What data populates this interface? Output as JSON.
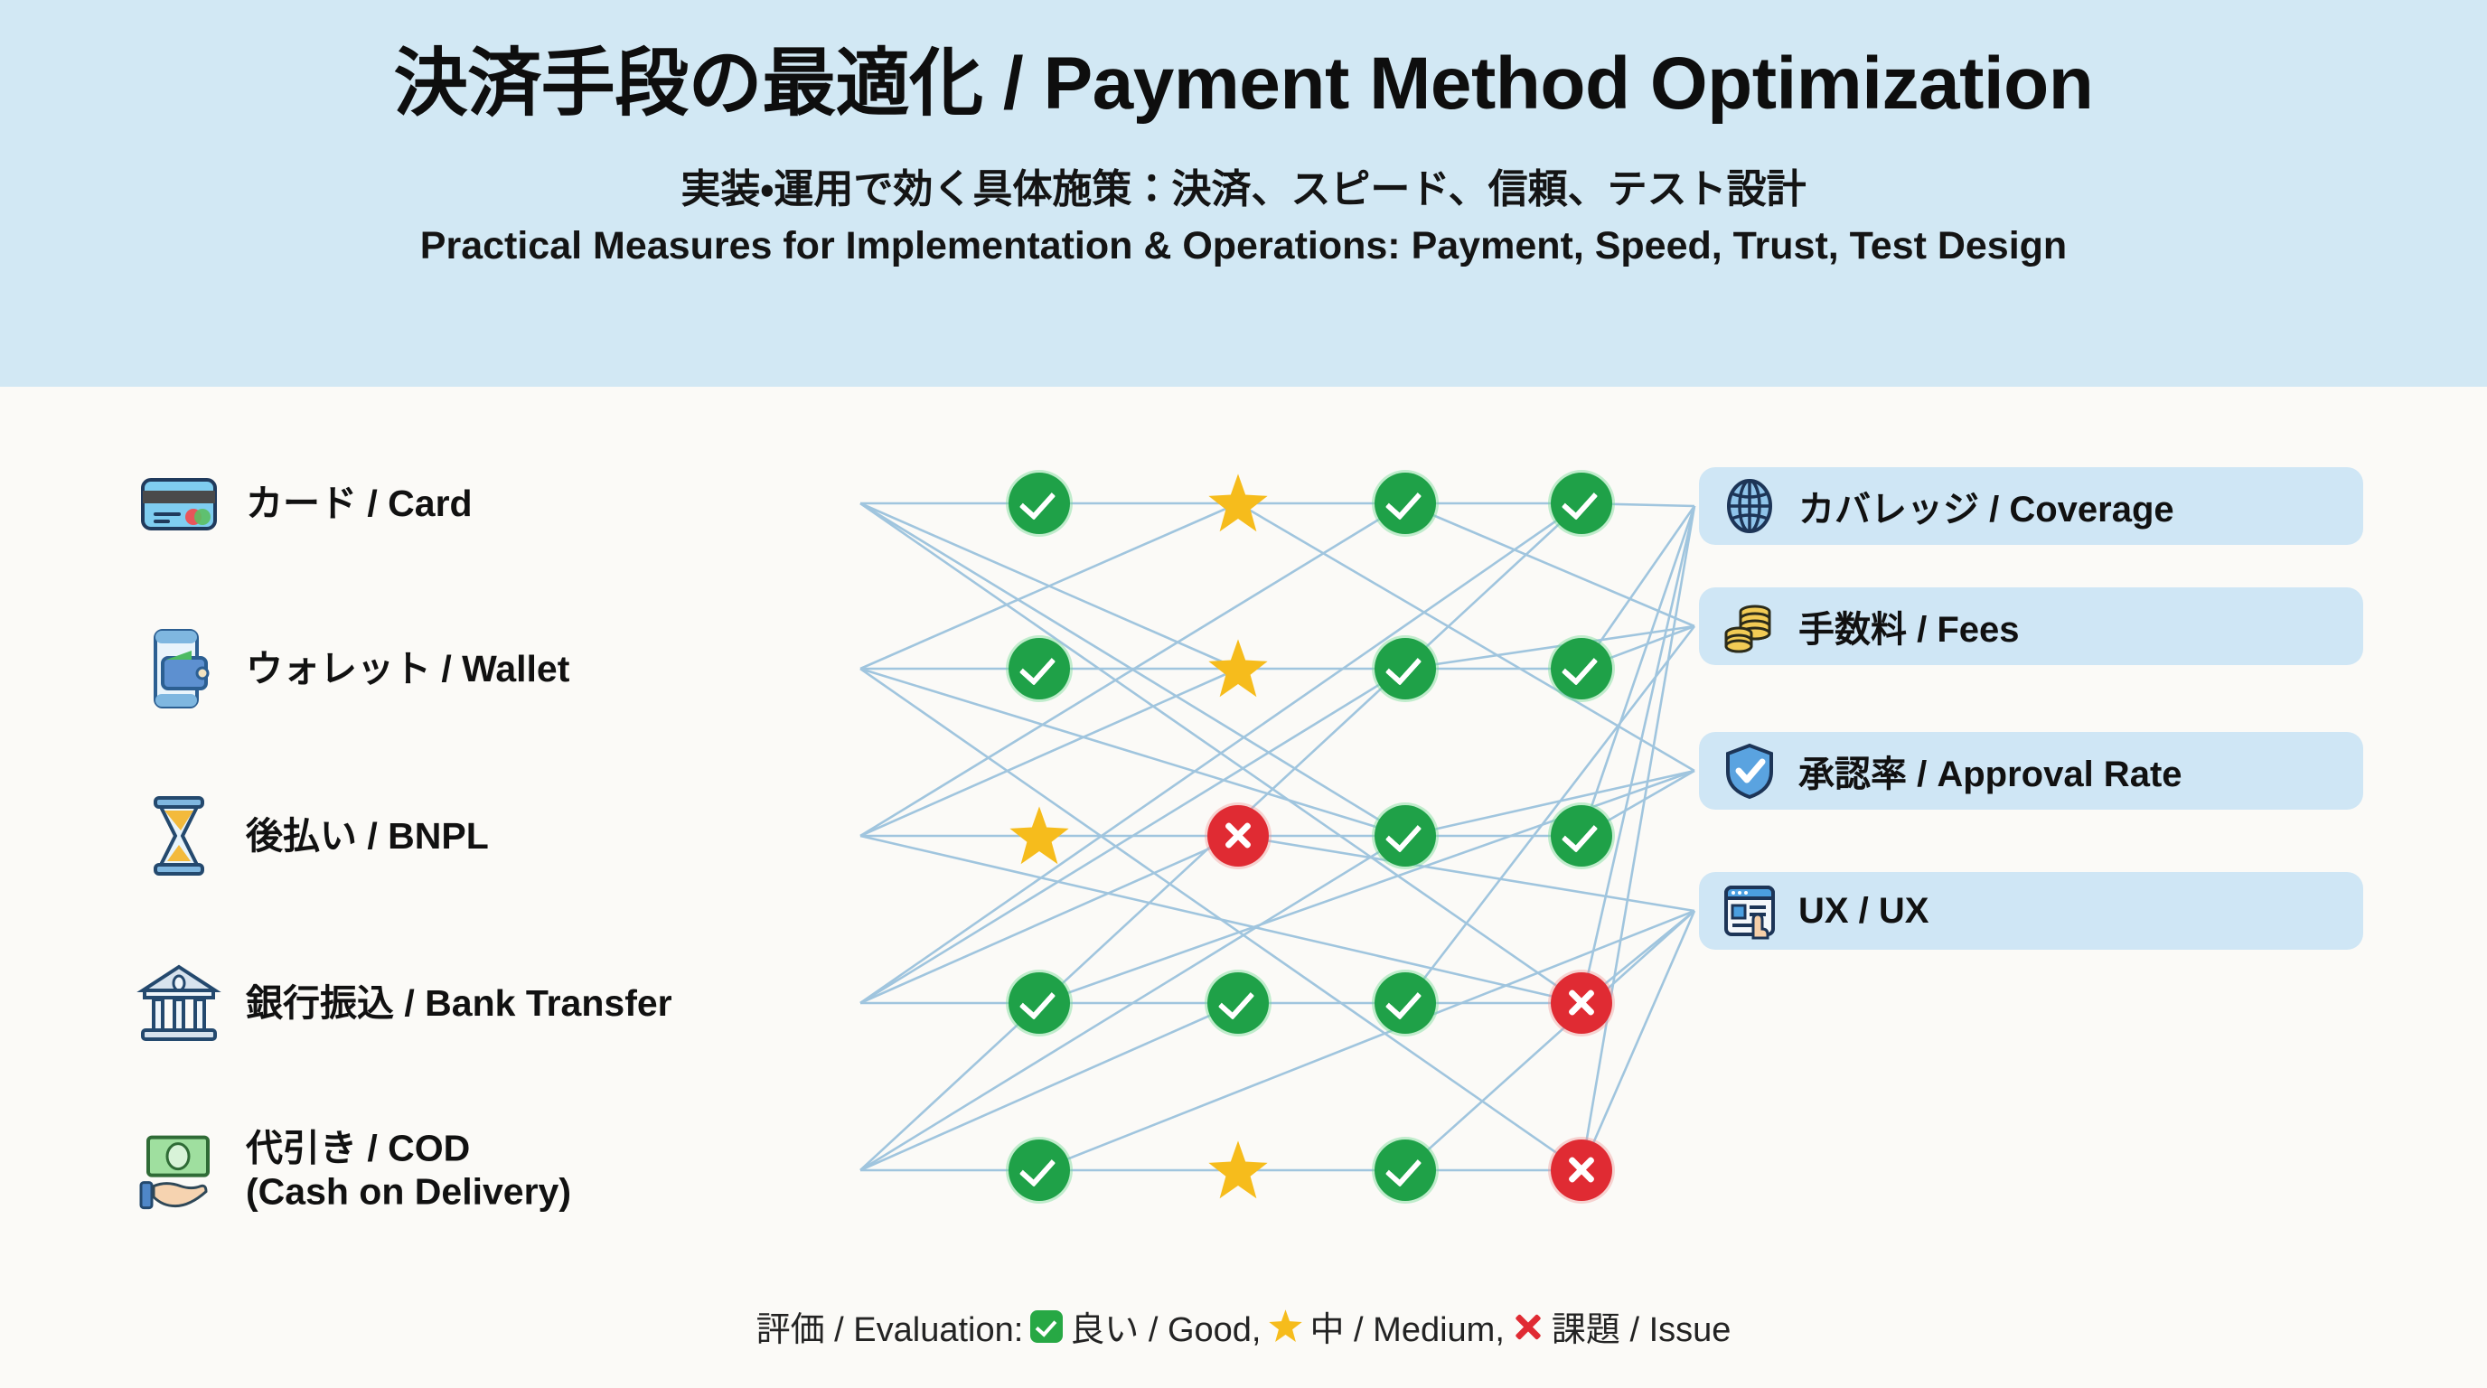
{
  "header": {
    "title": "決済手段の最適化 / Payment Method Optimization",
    "subtitle_ja": "実装・運用で効く具体施策：決済、スピード、信頼、テスト設計",
    "subtitle_en": "Practical Measures for Implementation & Operations: Payment, Speed, Trust, Test Design",
    "background_color": "#d2e8f4"
  },
  "colors": {
    "page_background": "#fbfaf7",
    "card_background": "#cfe6f5",
    "link_stroke": "#9cc3dd",
    "good": "#1fa148",
    "medium": "#f6bc1c",
    "issue": "#e02b33"
  },
  "payment_methods": [
    {
      "icon": "credit-card-icon",
      "label": "カード / Card"
    },
    {
      "icon": "mobile-wallet-icon",
      "label": "ウォレット / Wallet"
    },
    {
      "icon": "hourglass-icon",
      "label": "後払い / BNPL"
    },
    {
      "icon": "bank-icon",
      "label": "銀行振込 / Bank Transfer"
    },
    {
      "icon": "cash-in-hand-icon",
      "label": "代引き / COD\n(Cash on Delivery)"
    }
  ],
  "criteria": [
    {
      "icon": "globe-icon",
      "label": "カバレッジ / Coverage"
    },
    {
      "icon": "coins-icon",
      "label": "手数料 / Fees"
    },
    {
      "icon": "shield-check-icon",
      "label": "承認率 / Approval Rate"
    },
    {
      "icon": "browser-click-icon",
      "label": "UX / UX"
    }
  ],
  "chart_data": {
    "type": "heatmap",
    "title": "決済手段の最適化 / Payment Method Optimization",
    "rows": [
      "カード / Card",
      "ウォレット / Wallet",
      "後払い / BNPL",
      "銀行振込 / Bank Transfer",
      "代引き / COD (Cash on Delivery)"
    ],
    "columns": [
      "カバレッジ / Coverage",
      "手数料 / Fees",
      "承認率 / Approval Rate",
      "UX / UX"
    ],
    "legend": [
      "良い / Good",
      "中 / Medium",
      "課題 / Issue"
    ],
    "values": [
      [
        "good",
        "medium",
        "good",
        "good"
      ],
      [
        "good",
        "medium",
        "good",
        "good"
      ],
      [
        "medium",
        "issue",
        "good",
        "good"
      ],
      [
        "good",
        "good",
        "good",
        "issue"
      ],
      [
        "good",
        "medium",
        "good",
        "issue"
      ]
    ]
  },
  "legend": {
    "prefix": "評価 / Evaluation:",
    "good": "良い / Good,",
    "medium": "中 / Medium,",
    "issue": "課題 / Issue"
  }
}
